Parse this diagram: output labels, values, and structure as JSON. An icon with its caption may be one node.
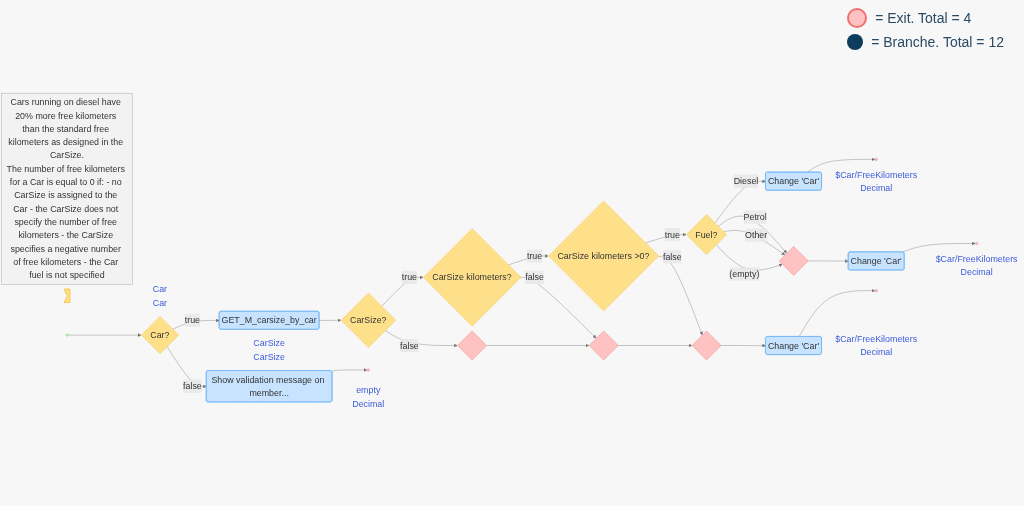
{
  "diagram": {
    "nodes": [
      {
        "text": [
          "Cars running on diesel have 20% more free kilometers than the standard free kilometers as designed in the CarSize.",
          "The number of free kilometers for a Car is equal to 0 if: - no CarSize is assigned to the Car - the CarSize does not specify the number of free kilometers - the CarSize specifies a negative number of free kilometers - the Car fuel is not specified"
        ]
      },
      {
        "text": [],
        "shape": "pentagon",
        "beside": [
          "Car",
          "Car"
        ]
      },
      {
        "text": [],
        "shape": "circle"
      },
      {
        "text": [
          "Car?"
        ]
      },
      {
        "text": [
          "GET_M_carsize_by_car"
        ],
        "beside": [
          "CarSize",
          "CarSize"
        ]
      },
      {
        "text": [
          "CarSize?"
        ]
      },
      {
        "text": [
          "CarSize kilometers?"
        ]
      },
      {
        "text": [
          "CarSize kilometers >0?"
        ]
      },
      {
        "text": [
          "Fuel?"
        ]
      },
      {
        "text": [
          "Change 'Car'"
        ]
      },
      {
        "text": [],
        "shape": "circle",
        "beside": [
          "$Car/FreeKilometers",
          "Decimal"
        ]
      },
      {
        "text": [],
        "shape": "diamond"
      },
      {
        "text": [
          "Change 'Car'"
        ]
      },
      {
        "text": [],
        "shape": "circle",
        "beside": [
          "$Car/FreeKilometers",
          "Decimal"
        ]
      },
      {
        "text": [
          "Show validation message on member..."
        ]
      },
      {
        "text": [],
        "shape": "circle",
        "beside": [
          "empty",
          "Decimal"
        ]
      },
      {
        "text": [],
        "shape": "diamond"
      },
      {
        "text": [],
        "shape": "diamond"
      },
      {
        "text": [],
        "shape": "diamond"
      },
      {
        "text": [
          "Change 'Car'"
        ]
      },
      {
        "text": [],
        "shape": "circle",
        "beside": [
          "$Car/FreeKilometers",
          "Decimal"
        ]
      }
    ],
    "edges": [
      {
        "from": 2,
        "to": 3,
        "arrow": "to"
      },
      {
        "from": 3,
        "to": 4,
        "arrow": "to",
        "label": "true"
      },
      {
        "from": 4,
        "to": 5,
        "arrow": "to"
      },
      {
        "from": 5,
        "to": 6,
        "arrow": "to",
        "label": "true"
      },
      {
        "from": 6,
        "to": 7,
        "arrow": "to",
        "label": "true"
      },
      {
        "from": 7,
        "to": 8,
        "arrow": "to",
        "label": "true"
      },
      {
        "from": 8,
        "to": 9,
        "arrow": "to",
        "label": "Diesel"
      },
      {
        "from": 9,
        "to": 10,
        "arrow": "to"
      },
      {
        "from": 8,
        "to": 11,
        "arrow": "to",
        "label": "Petrol"
      },
      {
        "from": 8,
        "to": 11,
        "arrow": "to",
        "label": "Other"
      },
      {
        "from": 8,
        "to": 11,
        "arrow": "to",
        "label": "(empty)"
      },
      {
        "from": 11,
        "to": 12,
        "arrow": "to"
      },
      {
        "from": 12,
        "to": 13,
        "arrow": "to"
      },
      {
        "from": 3,
        "to": 14,
        "arrow": "to",
        "label": "false"
      },
      {
        "from": 14,
        "to": 15,
        "arrow": "to"
      },
      {
        "from": 5,
        "to": 16,
        "arrow": "to",
        "label": "false"
      },
      {
        "from": 6,
        "to": 17,
        "arrow": "to",
        "label": "false"
      },
      {
        "from": 7,
        "to": 18,
        "arrow": "to",
        "label": "false"
      },
      {
        "from": 16,
        "to": 17,
        "arrow": "to"
      },
      {
        "from": 17,
        "to": 18,
        "arrow": "to"
      },
      {
        "from": 18,
        "to": 19,
        "arrow": "to"
      },
      {
        "from": 19,
        "to": 20,
        "arrow": "to"
      }
    ],
    "legend": [
      {
        "text": "= Exit. Total = 4",
        "color": "#ffc2c2"
      },
      {
        "text": "= Branche. Total = 12",
        "color": "#0d3c5c"
      }
    ]
  }
}
